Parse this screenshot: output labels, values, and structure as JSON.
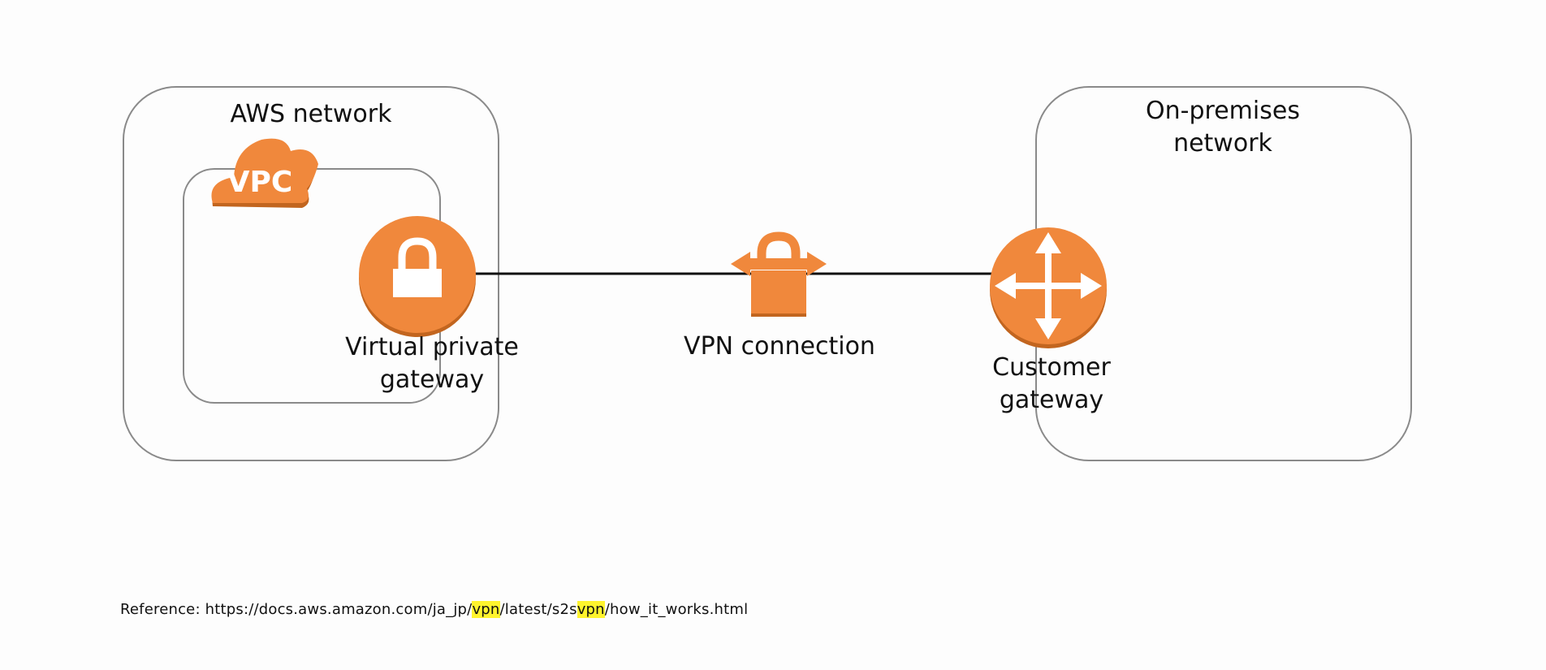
{
  "diagram": {
    "aws_network_label": "AWS network",
    "vpc_label": "VPC",
    "vpg_label_line1": "Virtual private",
    "vpg_label_line2": "gateway",
    "vpn_label": "VPN connection",
    "cgw_label_line1": "Customer",
    "cgw_label_line2": "gateway",
    "onprem_label_line1": "On-premises",
    "onprem_label_line2": "network"
  },
  "reference": {
    "prefix": "Reference: https://docs.aws.amazon.com/ja_jp/",
    "highlight1": "vpn",
    "middle": "/latest/s2s",
    "highlight2": "vpn",
    "suffix": "/how_it_works.html"
  },
  "colors": {
    "icon_orange": "#F0883C",
    "icon_shadow": "#C2651F",
    "box_stroke": "#8a8a8a",
    "highlight": "#fff42e"
  }
}
